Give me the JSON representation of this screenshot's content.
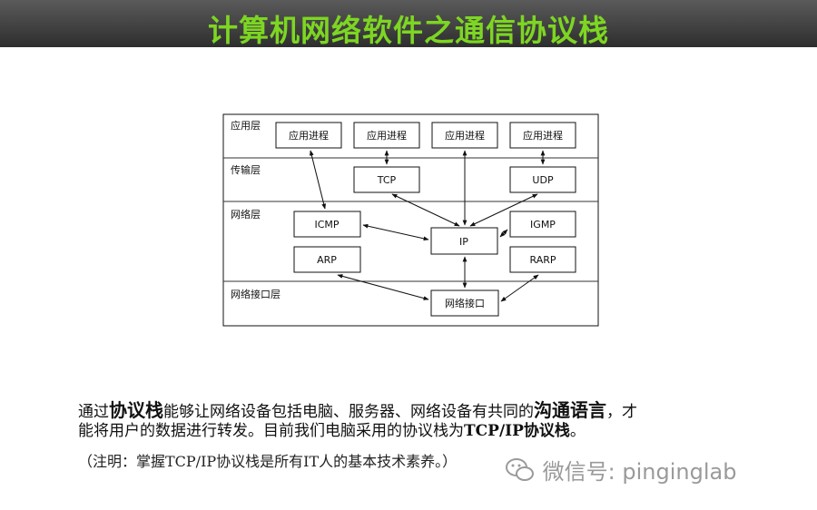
{
  "title": "计算机网络软件之通信协议栈",
  "diagram": {
    "layers": [
      {
        "id": "app",
        "label": "应用层"
      },
      {
        "id": "transport",
        "label": "传输层"
      },
      {
        "id": "network",
        "label": "网络层"
      },
      {
        "id": "link",
        "label": "网络接口层"
      }
    ],
    "app_processes": [
      "应用进程",
      "应用进程",
      "应用进程",
      "应用进程"
    ],
    "boxes": {
      "tcp": "TCP",
      "udp": "UDP",
      "icmp": "ICMP",
      "ip": "IP",
      "igmp": "IGMP",
      "arp": "ARP",
      "rarp": "RARP",
      "netif": "网络接口"
    }
  },
  "body": {
    "l1_a": "通过",
    "l1_b": "协议栈",
    "l1_c": "能够让网络设备包括电脑、服务器、网络设备有共同的",
    "l1_d": "沟通语言",
    "l1_e": "，才",
    "l2_a": "能将用户的数据进行转发。目前我们电脑采用的协议栈为",
    "l2_b": "TCP/IP协议栈",
    "l2_c": "。",
    "note": "（注明：掌握TCP/IP协议栈是所有IT人的基本技术素养。）"
  },
  "watermark": {
    "icon": "wechat-icon",
    "text": "微信号: pinginglab"
  }
}
